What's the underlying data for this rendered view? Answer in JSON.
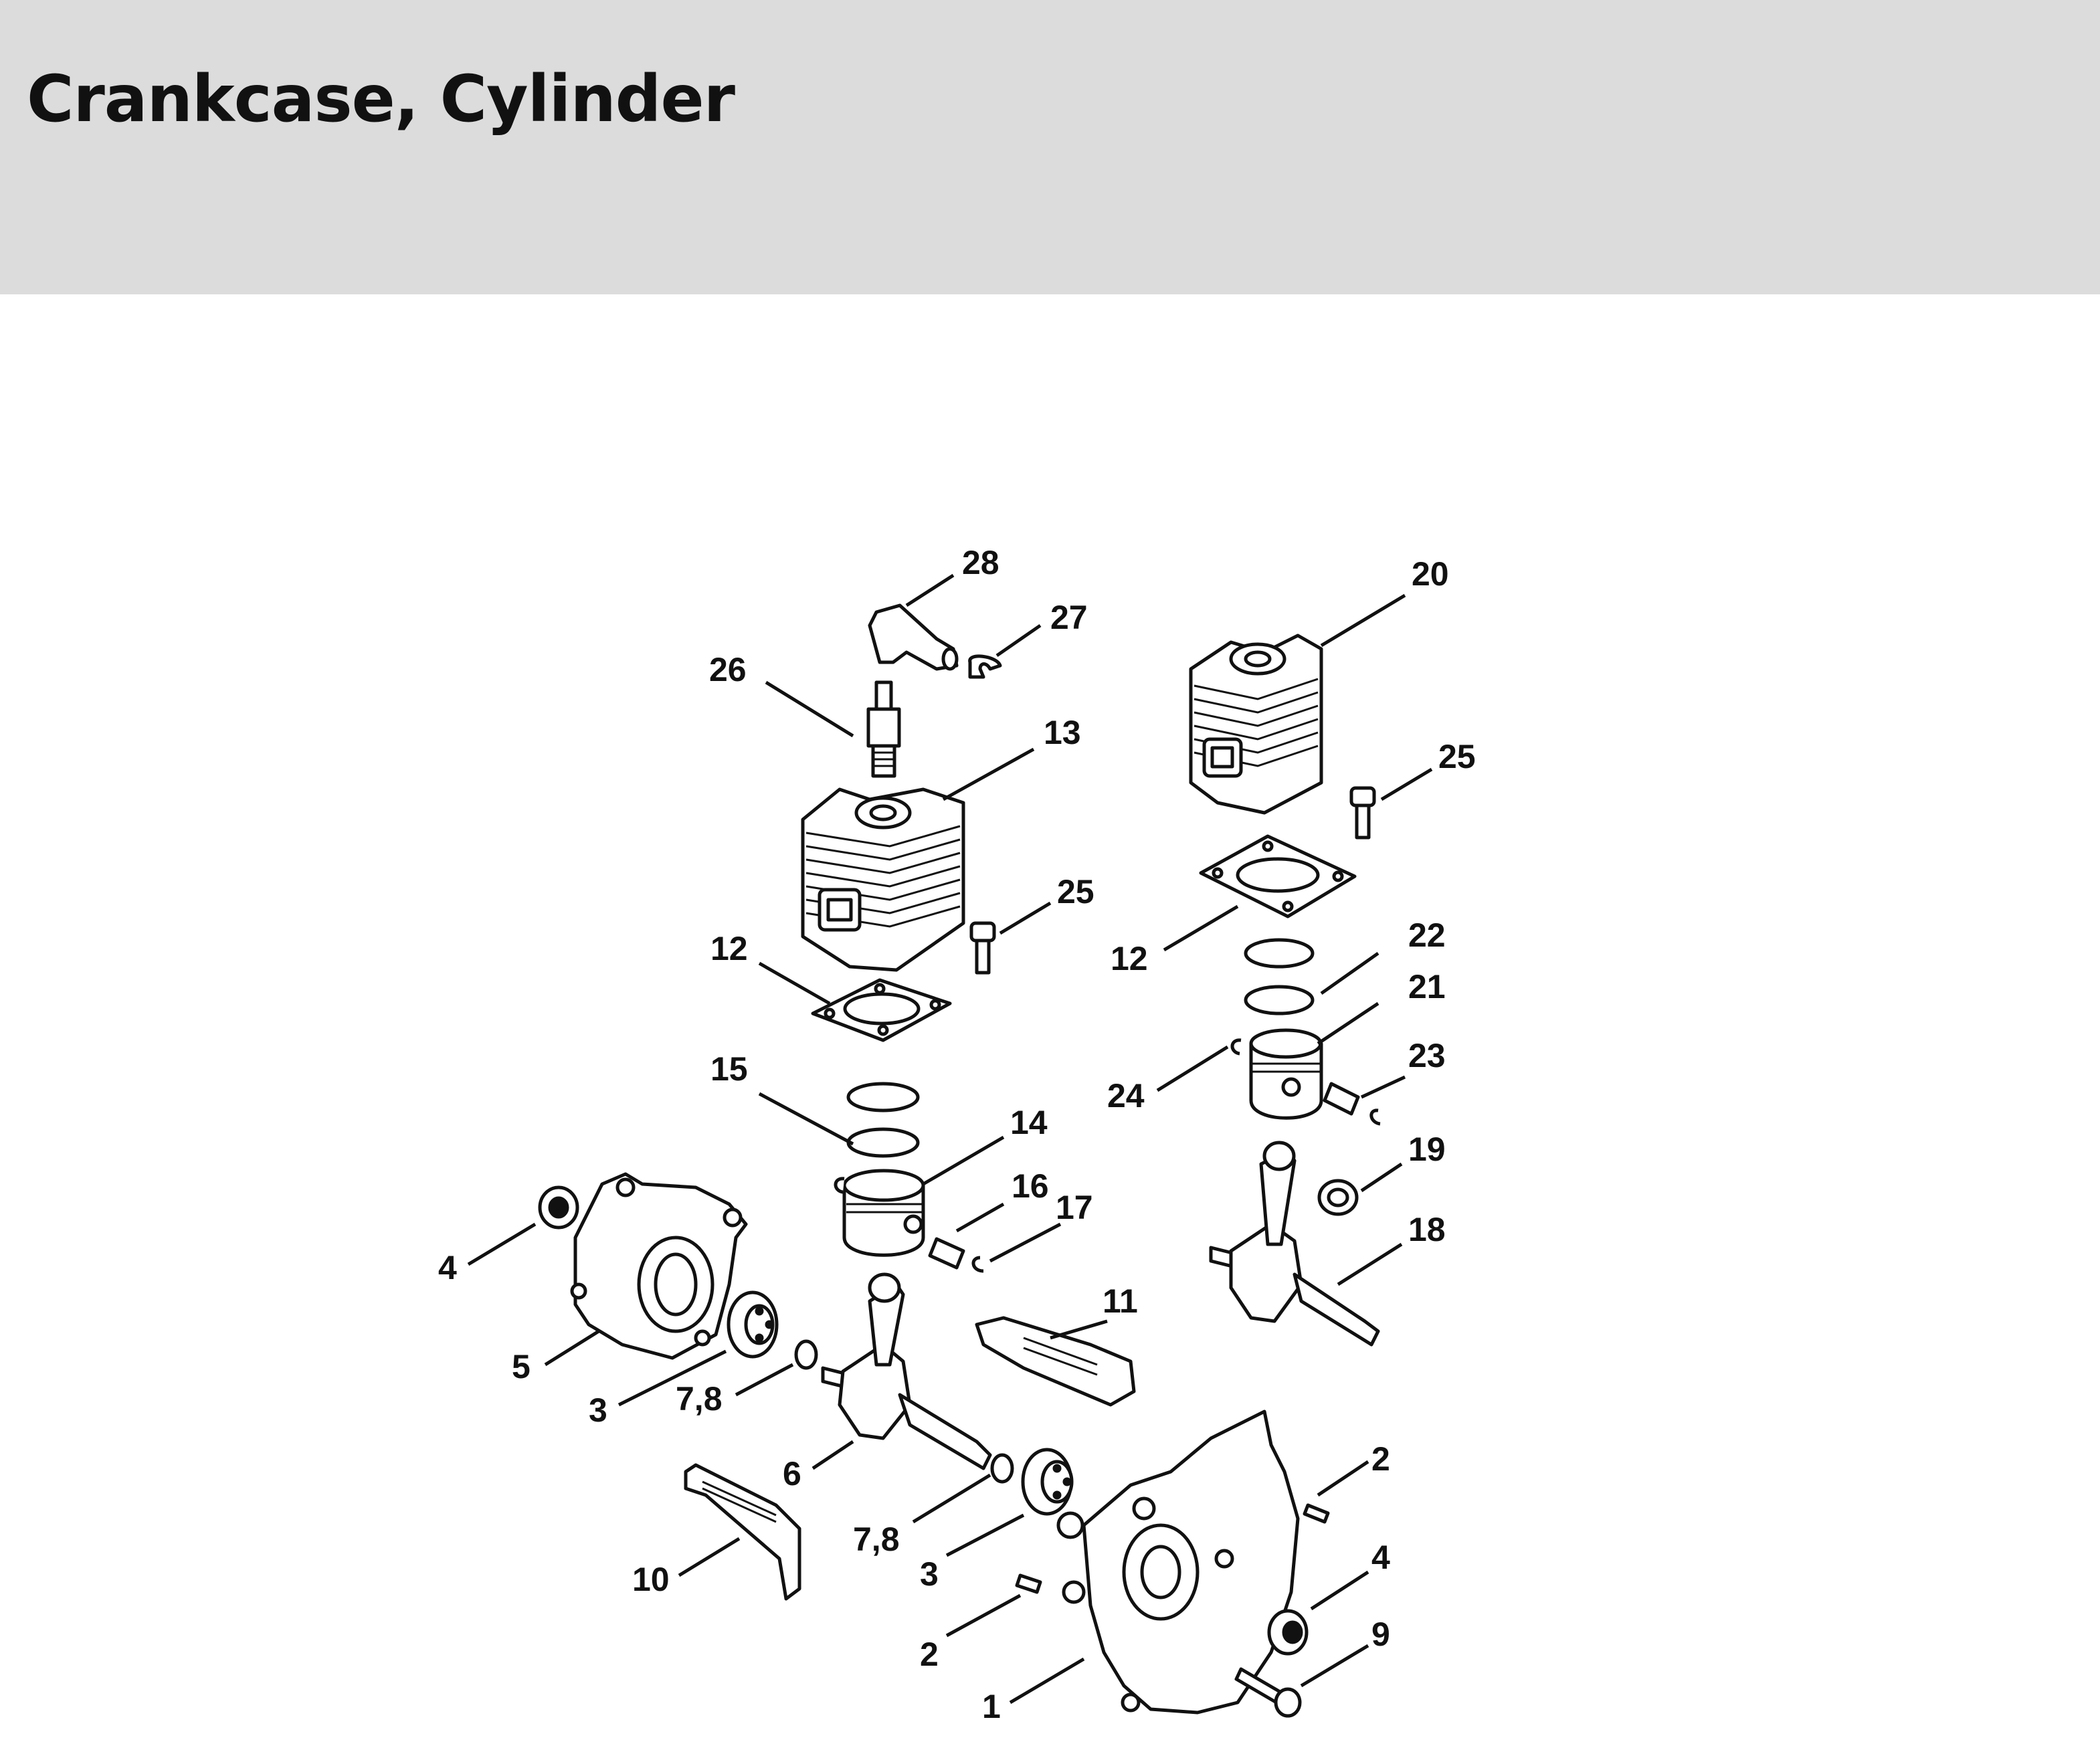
{
  "header": {
    "title": "Crankcase, Cylinder"
  },
  "callouts": [
    {
      "id": "c28",
      "label": "28"
    },
    {
      "id": "c27",
      "label": "27"
    },
    {
      "id": "c26",
      "label": "26"
    },
    {
      "id": "c13",
      "label": "13"
    },
    {
      "id": "c25a",
      "label": "25"
    },
    {
      "id": "c12a",
      "label": "12"
    },
    {
      "id": "c15",
      "label": "15"
    },
    {
      "id": "c14",
      "label": "14"
    },
    {
      "id": "c16",
      "label": "16"
    },
    {
      "id": "c17",
      "label": "17"
    },
    {
      "id": "c4a",
      "label": "4"
    },
    {
      "id": "c5",
      "label": "5"
    },
    {
      "id": "c3a",
      "label": "3"
    },
    {
      "id": "c78a",
      "label": "7,8"
    },
    {
      "id": "c6",
      "label": "6"
    },
    {
      "id": "c11",
      "label": "11"
    },
    {
      "id": "c10",
      "label": "10"
    },
    {
      "id": "c78b",
      "label": "7,8"
    },
    {
      "id": "c3b",
      "label": "3"
    },
    {
      "id": "c2a",
      "label": "2"
    },
    {
      "id": "c1",
      "label": "1"
    },
    {
      "id": "c2b",
      "label": "2"
    },
    {
      "id": "c4b",
      "label": "4"
    },
    {
      "id": "c9",
      "label": "9"
    },
    {
      "id": "c20",
      "label": "20"
    },
    {
      "id": "c25b",
      "label": "25"
    },
    {
      "id": "c12b",
      "label": "12"
    },
    {
      "id": "c22",
      "label": "22"
    },
    {
      "id": "c21",
      "label": "21"
    },
    {
      "id": "c24",
      "label": "24"
    },
    {
      "id": "c23",
      "label": "23"
    },
    {
      "id": "c19",
      "label": "19"
    },
    {
      "id": "c18",
      "label": "18"
    }
  ]
}
